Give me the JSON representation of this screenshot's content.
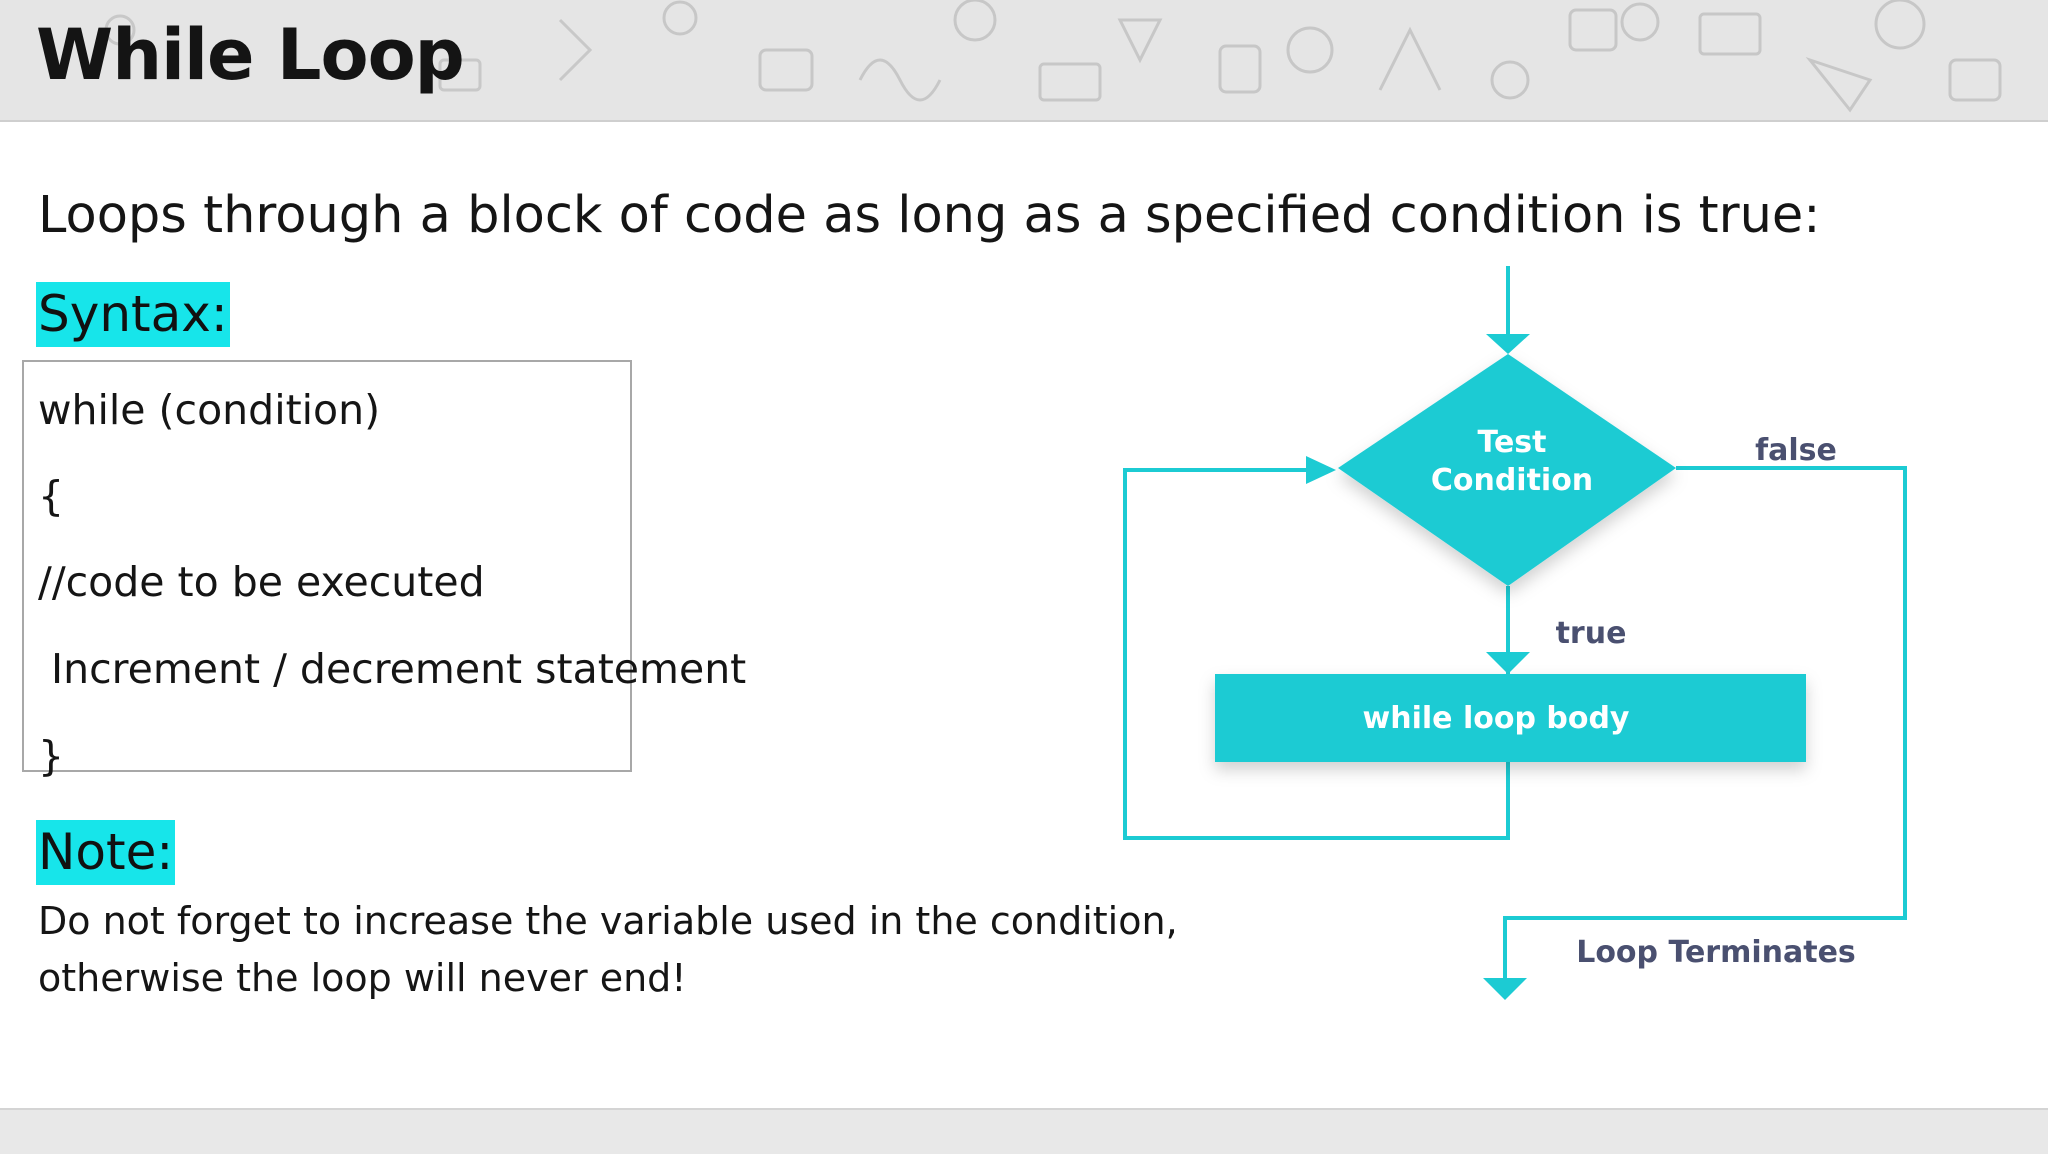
{
  "slide": {
    "title": "While Loop",
    "intro": "Loops through a block of code as long as a specified condition is true:"
  },
  "syntax": {
    "label": "Syntax:",
    "lines": [
      "while (condition)",
      "{",
      "//code to be executed",
      " Increment / decrement statement",
      "}"
    ]
  },
  "note": {
    "label": "Note:",
    "lines": [
      "Do not forget to increase the variable used in the condition,",
      "otherwise the loop will never end!"
    ]
  },
  "flowchart": {
    "decision_line1": "Test",
    "decision_line2": "Condition",
    "false_label": "false",
    "true_label": "true",
    "body_label": "while loop body",
    "exit_label": "Loop Terminates",
    "accent_color": "#1ccbd3",
    "label_color": "#4a5070"
  }
}
